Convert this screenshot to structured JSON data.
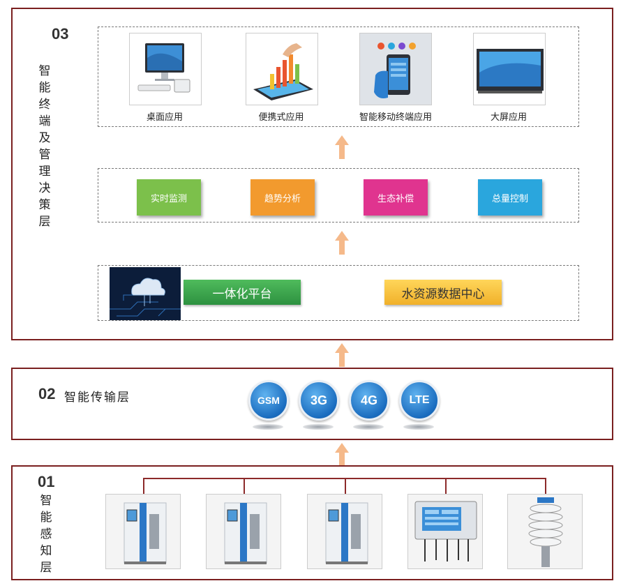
{
  "layer03": {
    "num": "03",
    "title": "智能终端及管理决策层",
    "terminals": [
      {
        "label": "桌面应用",
        "icon": "desktop-computer"
      },
      {
        "label": "便携式应用",
        "icon": "tablet-chart"
      },
      {
        "label": "智能移动终端应用",
        "icon": "smartphone-hand"
      },
      {
        "label": "大屏应用",
        "icon": "large-screen"
      }
    ],
    "functions": [
      {
        "label": "实时监测",
        "color": "#7cc04b"
      },
      {
        "label": "趋势分析",
        "color": "#f29a2e"
      },
      {
        "label": "生态补偿",
        "color": "#e0348f"
      },
      {
        "label": "总量控制",
        "color": "#2aa6dd"
      }
    ],
    "platform": {
      "label": "一体化平台",
      "color": "#3aa64a"
    },
    "datacenter": {
      "label": "水资源数据中心",
      "color": "#f6c23a"
    }
  },
  "layer02": {
    "num": "02",
    "title": "智能传输层",
    "networks": [
      "GSM",
      "3G",
      "4G",
      "LTE"
    ]
  },
  "layer01": {
    "num": "01",
    "title": "智能感知层",
    "devices": [
      "water-analyzer-cabinet",
      "water-analyzer-cabinet",
      "water-analyzer-cabinet",
      "multi-parameter-controller",
      "weather-sensor"
    ]
  },
  "colors": {
    "border": "#7a1f1f",
    "arrow": "#f5b98a"
  }
}
